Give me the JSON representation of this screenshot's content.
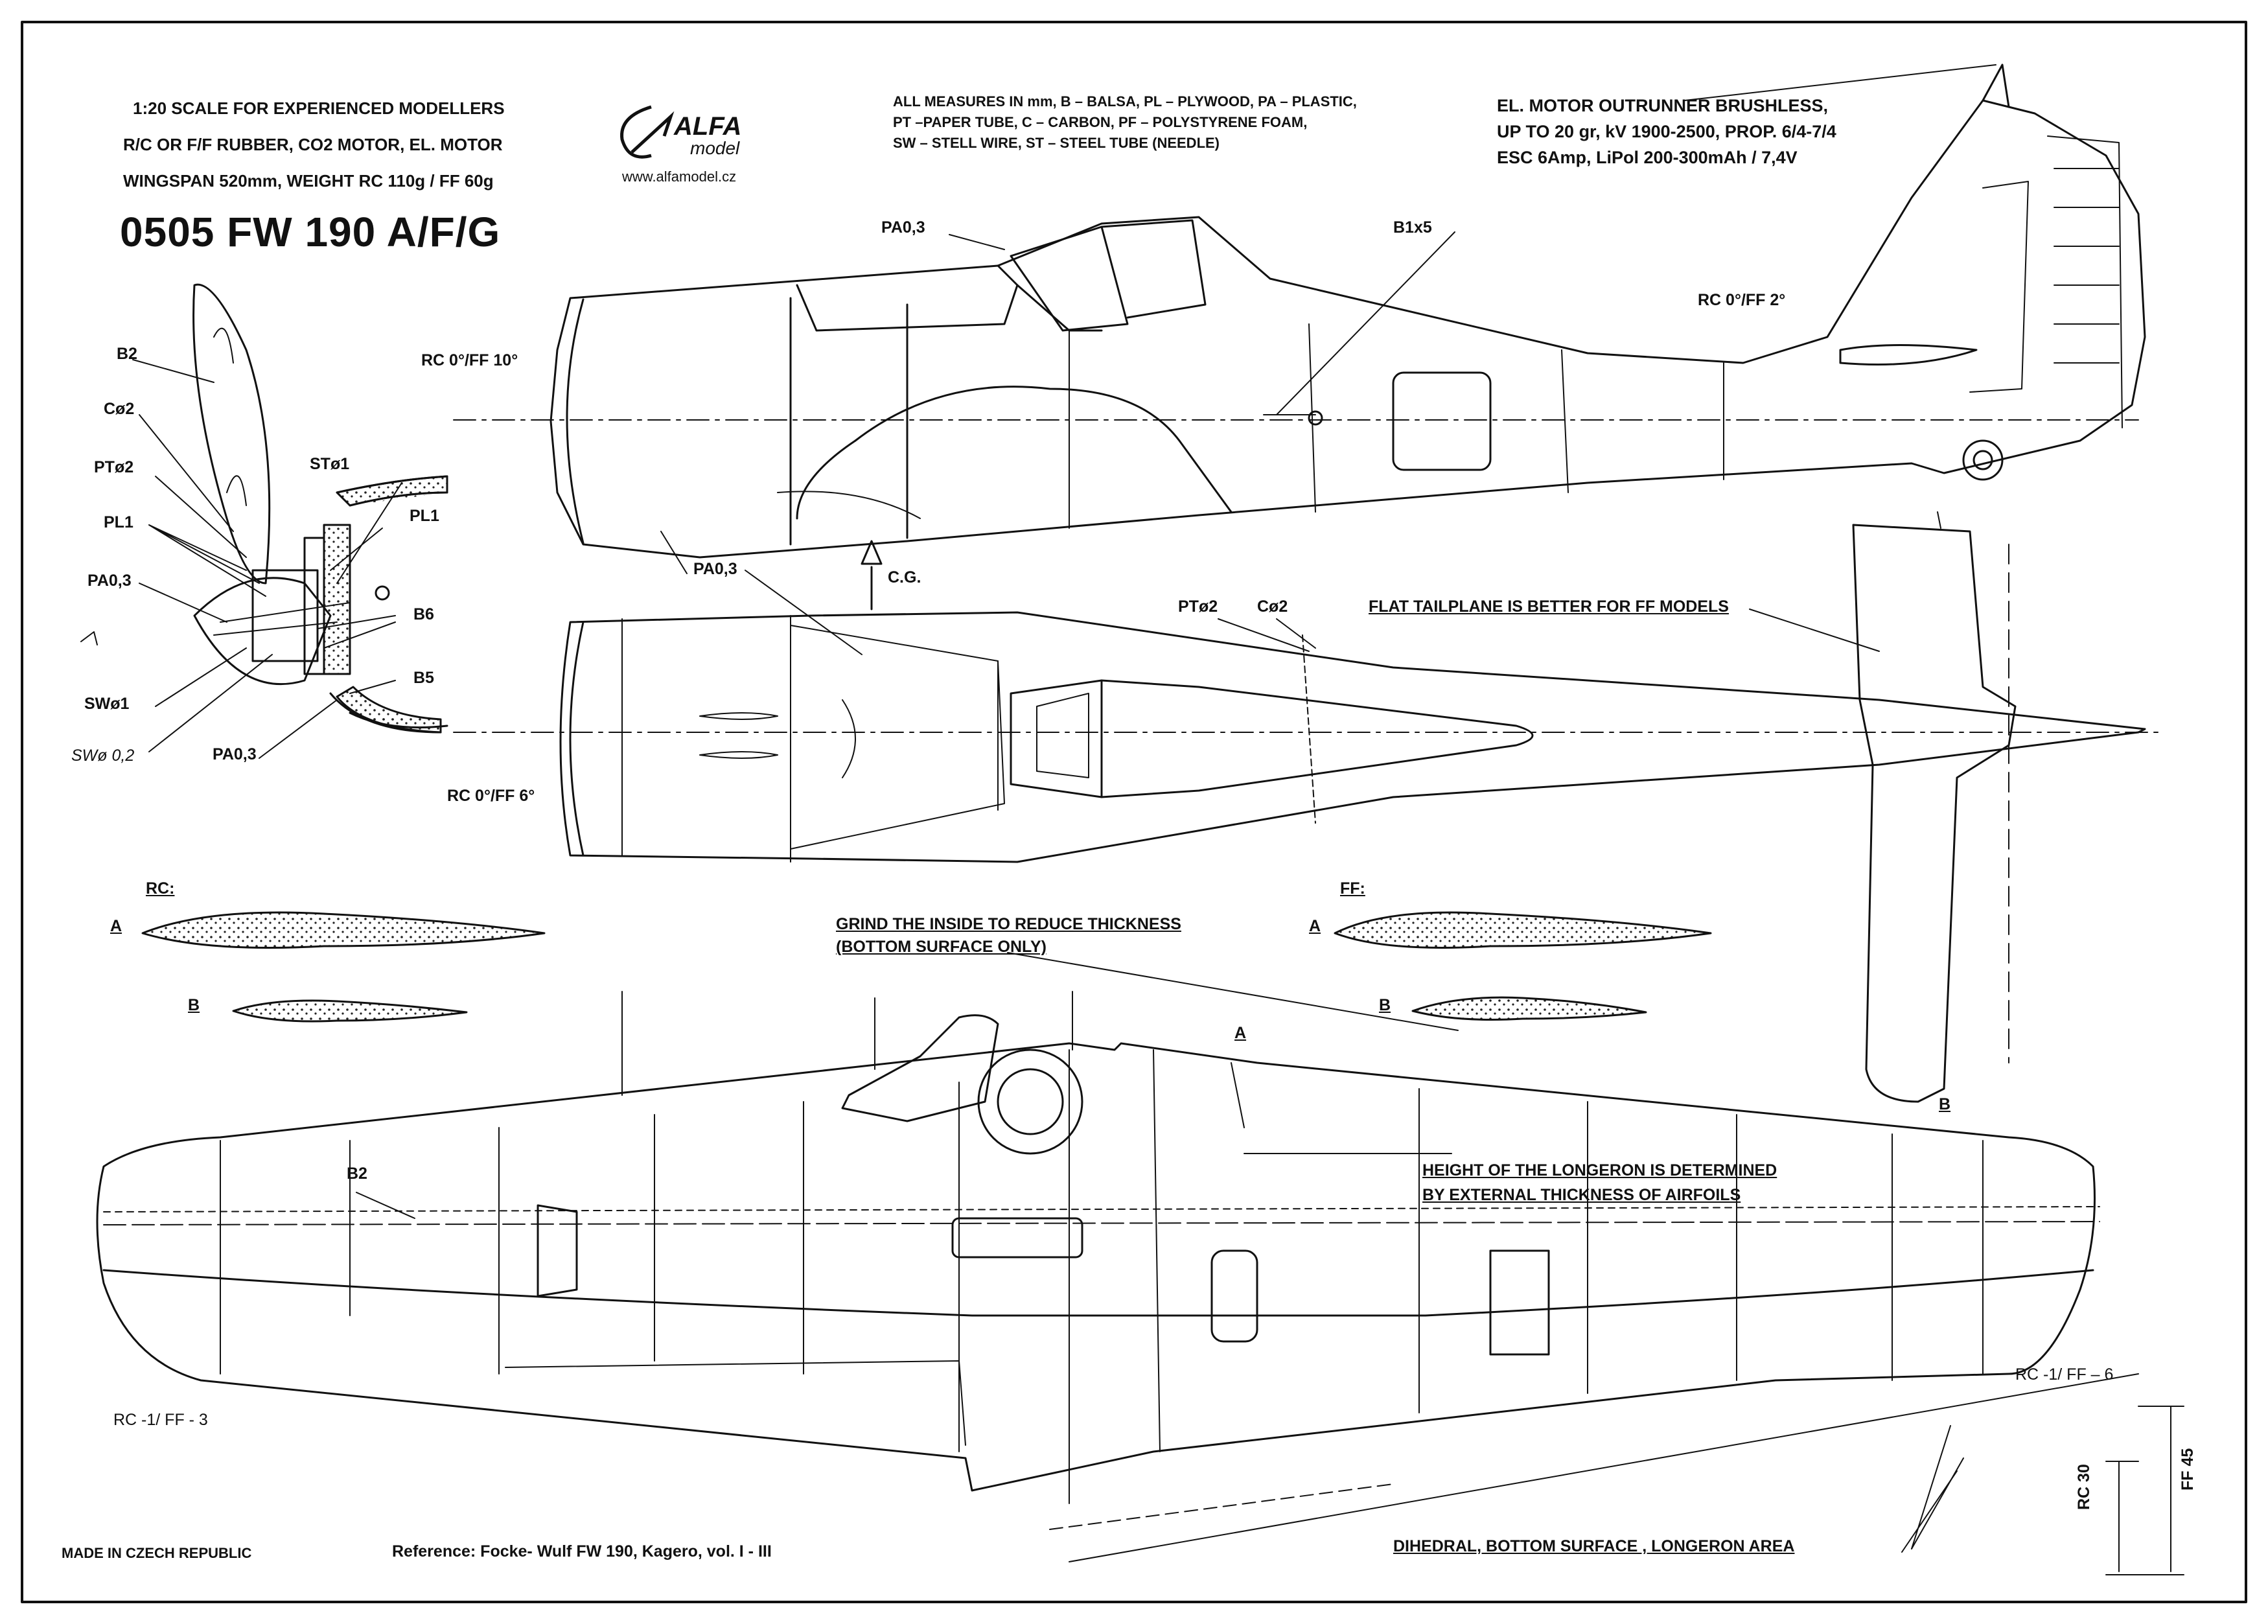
{
  "header": {
    "scale_line": "1:20 SCALE FOR EXPERIENCED MODELLERS",
    "power_line": "R/C OR  F/F RUBBER, CO2 MOTOR, EL. MOTOR",
    "specs_line": "WINGSPAN  520mm, WEIGHT RC 110g / FF 60g",
    "title": "0505 FW 190 A/F/G"
  },
  "logo": {
    "brand": "ALFA",
    "sub": "model",
    "website": "www.alfamodel.cz"
  },
  "materials": {
    "line1": "ALL MEASURES IN mm, B – BALSA, PL – PLYWOOD, PA – PLASTIC,",
    "line2": "PT –PAPER TUBE, C – CARBON, PF – POLYSTYRENE FOAM,",
    "line3": "SW – STELL WIRE, ST – STEEL TUBE (NEEDLE)"
  },
  "motor": {
    "line1": "EL. MOTOR OUTRUNNER  BRUSHLESS,",
    "line2": "UP TO 20 gr, kV 1900-2500, PROP. 6/4-7/4",
    "line3": "ESC 6Amp, LiPol 200-300mAh / 7,4V"
  },
  "labels": {
    "pa03": "PA0,3",
    "b1x5": "B1x5",
    "b2": "B2",
    "c2": "Cø2",
    "pt2": "PTø2",
    "pl1": "PL1",
    "st1": "STø1",
    "b6": "B6",
    "b5": "B5",
    "sw1": "SWø1",
    "sw02": "SWø 0,2",
    "rc_ff_10": "RC 0°/FF 10°",
    "rc_ff_2": "RC 0°/FF 2°",
    "rc_ff_6": "RC 0°/FF 6°",
    "cg": "C.G.",
    "pt2_top": "PTø2",
    "c2_top": "Cø2",
    "flat_tail": "FLAT TAILPLANE IS BETTER FOR FF MODELS",
    "rc_airfoil": "RC:",
    "ff_airfoil": "FF:",
    "sec_a": "A",
    "sec_b": "B",
    "grind_1": "GRIND THE INSIDE TO REDUCE THICKNESS",
    "grind_2": "(BOTTOM SURFACE  ONLY)",
    "longeron_1": "HEIGHT OF THE LONGERON IS DETERMINED",
    "longeron_2": "BY EXTERNAL THICKNESS OF AIRFOILS",
    "wing_b2": "B2",
    "rc_ff_left": "RC -1/ FF - 3",
    "rc_ff_right": "RC -1/ FF – 6",
    "rc30": "RC 30",
    "ff45": "FF 45",
    "dihedral": "DIHEDRAL, BOTTOM SURFACE , LONGERON AREA"
  },
  "footer": {
    "made_in": "MADE IN CZECH REPUBLIC",
    "reference": "Reference: Focke- Wulf FW 190,  Kagero,  vol. I - III"
  }
}
